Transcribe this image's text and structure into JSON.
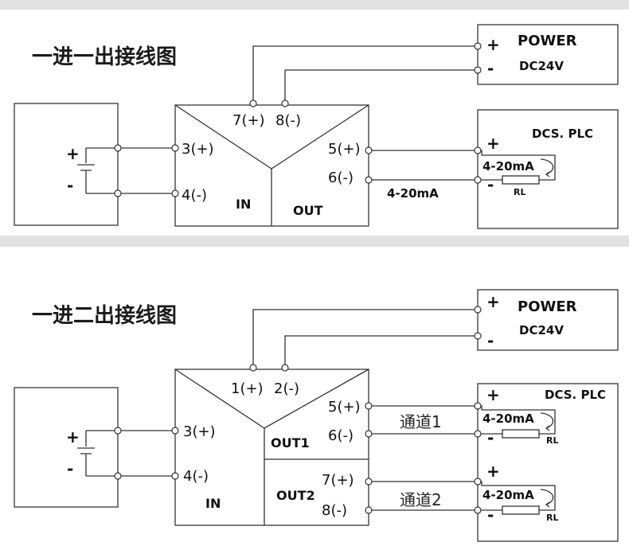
{
  "diagram1": {
    "title": "一进一出接线图",
    "terminal_7": "7(+)",
    "terminal_8": "8(-)",
    "terminal_3": "3(+)",
    "terminal_4": "4(-)",
    "terminal_5": "5(+)",
    "terminal_6": "6(-)",
    "in_label": "IN",
    "out_label": "OUT",
    "signal_label": "4-20mA",
    "power": {
      "plus": "+",
      "minus": "-",
      "title": "POWER",
      "voltage": "DC24V"
    },
    "dcs": {
      "title": "DCS. PLC",
      "plus": "+",
      "minus": "-",
      "current": "4-20mA",
      "resistor": "RL"
    },
    "source": {
      "plus": "+",
      "minus": "-"
    }
  },
  "diagram2": {
    "title": "一进二出接线图",
    "terminal_1": "1(+)",
    "terminal_2": "2(-)",
    "terminal_3": "3(+)",
    "terminal_4": "4(-)",
    "terminal_5": "5(+)",
    "terminal_6": "6(-)",
    "terminal_7": "7(+)",
    "terminal_8": "8(-)",
    "in_label": "IN",
    "out1_label": "OUT1",
    "out2_label": "OUT2",
    "channel1": "通道1",
    "channel2": "通道2",
    "power": {
      "plus": "+",
      "minus": "-",
      "title": "POWER",
      "voltage": "DC24V"
    },
    "dcs": {
      "title": "DCS. PLC",
      "plus1": "+",
      "minus1": "-",
      "plus2": "+",
      "minus2": "-",
      "current1": "4-20mA",
      "current2": "4-20mA",
      "resistor1": "RL",
      "resistor2": "RL"
    },
    "source": {
      "plus": "+",
      "minus": "-"
    }
  }
}
